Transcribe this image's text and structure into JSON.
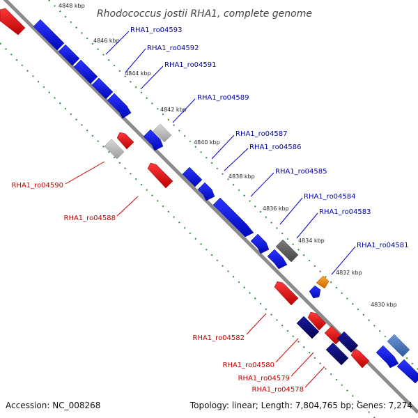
{
  "title": "Rhodococcus jostii RHA1, complete genome",
  "footer": {
    "accession": "Accession: NC_008268",
    "topology": "Topology: linear; Length: 7,804,765 bp; Genes: 7,274"
  },
  "ruler": [
    "4848 kbp",
    "4846 kbp",
    "4844 kbp",
    "4842 kbp",
    "4840 kbp",
    "4838 kbp",
    "4836 kbp",
    "4834 kbp",
    "4832 kbp",
    "4830 kbp"
  ],
  "genes_top": [
    "RHA1_ro04593",
    "RHA1_ro04592",
    "RHA1_ro04591",
    "RHA1_ro04589",
    "RHA1_ro04587",
    "RHA1_ro04586",
    "RHA1_ro04585",
    "RHA1_ro04584",
    "RHA1_ro04583",
    "RHA1_ro04581"
  ],
  "genes_bottom": [
    "RHA1_ro04590",
    "RHA1_ro04588",
    "RHA1_ro04582",
    "RHA1_ro04580",
    "RHA1_ro04579",
    "RHA1_ro04578"
  ],
  "colors": {
    "forward": "#0a16e8",
    "reverse": "#e81414",
    "grey": "#bdbdbd",
    "dark_grey": "#6b6b6b",
    "navy": "#07077a",
    "orange": "#f08a00",
    "steel": "#4a78c0",
    "axis": "#7a7a7a",
    "dots": "#2e8b2e"
  }
}
